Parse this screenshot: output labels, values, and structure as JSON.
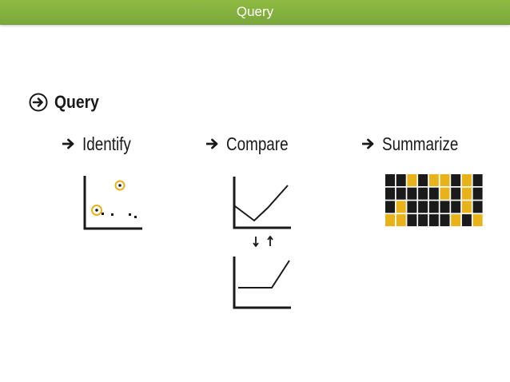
{
  "slide": {
    "title": "Query"
  },
  "section": {
    "label": "Query"
  },
  "subtasks": [
    {
      "label": "Identify"
    },
    {
      "label": "Compare"
    },
    {
      "label": "Summarize"
    }
  ],
  "colors": {
    "header": "#86b23e",
    "accent": "#e8b21a",
    "ink": "#1a1a1a"
  },
  "icons": [
    "circle-arrow-icon",
    "arrow-right-icon",
    "scatter-identify-icon",
    "line-compare-icon",
    "grid-summarize-icon"
  ]
}
